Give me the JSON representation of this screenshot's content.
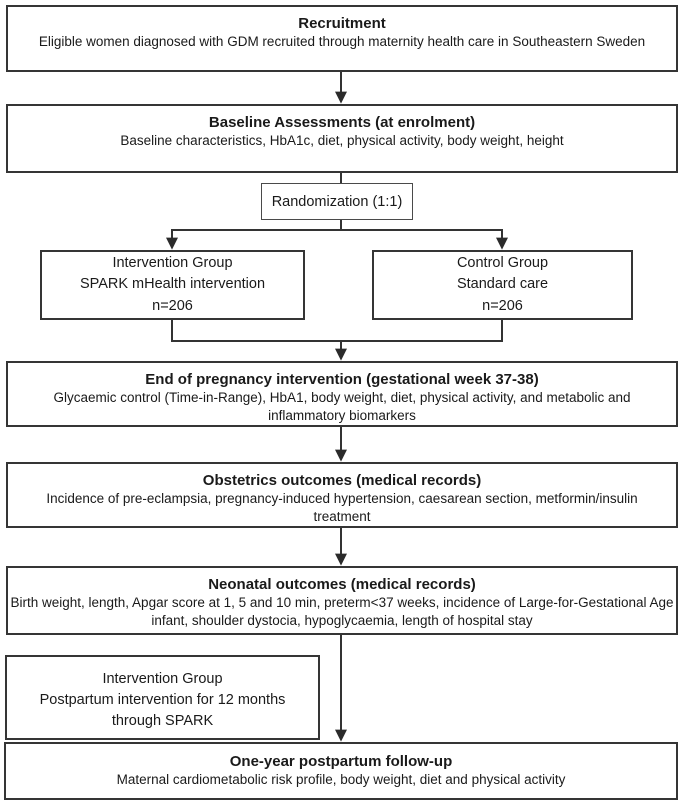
{
  "diagram": {
    "boxes": {
      "recruitment": {
        "title": "Recruitment",
        "body": "Eligible women diagnosed with GDM recruited through maternity health care in Southeastern Sweden"
      },
      "baseline": {
        "title": "Baseline Assessments (at enrolment)",
        "body": "Baseline characteristics, HbA1c, diet, physical activity, body weight, height"
      },
      "randomization": {
        "label": "Randomization (1:1)"
      },
      "intervention_group": {
        "title": "Intervention Group",
        "line2": "SPARK mHealth intervention",
        "line3": "n=206"
      },
      "control_group": {
        "title": "Control Group",
        "line2": "Standard care",
        "line3": "n=206"
      },
      "end_of_pregnancy": {
        "title": "End of pregnancy intervention (gestational week 37-38)",
        "body": "Glycaemic control (Time-in-Range), HbA1, body weight, diet, physical activity, and metabolic and inflammatory biomarkers"
      },
      "obstetrics": {
        "title": "Obstetrics outcomes (medical records)",
        "body": "Incidence of pre-eclampsia, pregnancy-induced hypertension, caesarean section, metformin/insulin treatment"
      },
      "neonatal": {
        "title": "Neonatal outcomes (medical records)",
        "body": "Birth weight, length, Apgar score at 1, 5 and 10 min, preterm<37 weeks, incidence of Large-for-Gestational Age infant, shoulder dystocia, hypoglycaemia, length of hospital stay"
      },
      "postpartum_intervention": {
        "title": "Intervention Group",
        "line2": "Postpartum intervention for 12 months",
        "line3": "through SPARK"
      },
      "follow_up": {
        "title": "One-year postpartum follow-up",
        "body": "Maternal cardiometabolic risk profile, body weight, diet and physical activity"
      }
    },
    "colors": {
      "background": "#ffffff",
      "border": "#353535",
      "text": "#1a1a1a",
      "connector": "#333333"
    }
  }
}
